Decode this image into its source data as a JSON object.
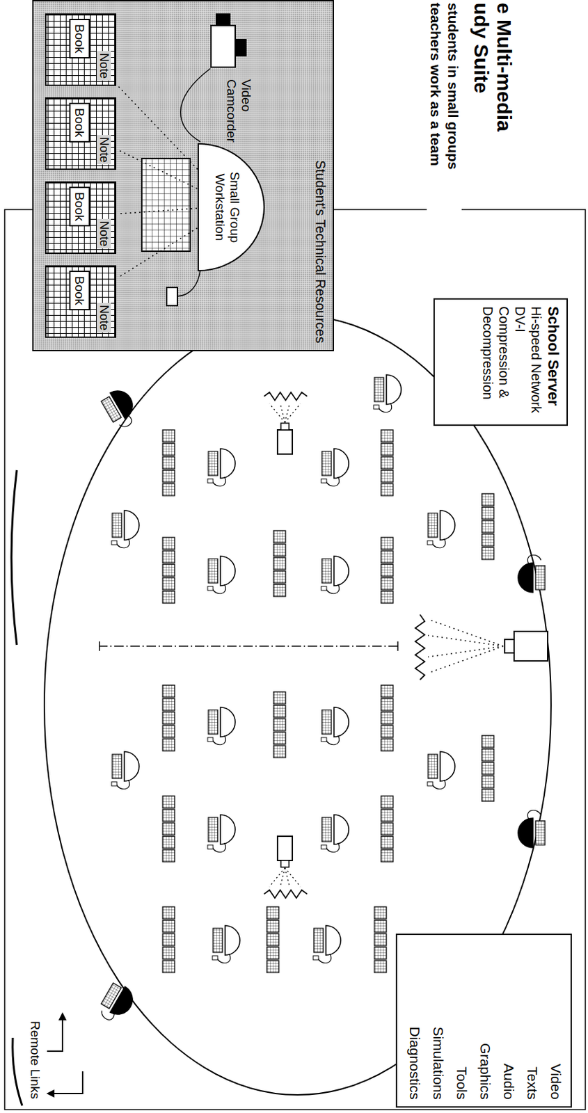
{
  "diagram": {
    "title": "e Multi-media udy Suite",
    "nodes": [
      {
        "text": [
          "Student's Technical Resources"
        ]
      },
      {
        "text": [
          "Small Group Workstation"
        ],
        "in": 0
      },
      {
        "text": [
          "Note",
          "Book"
        ],
        "in": 0
      },
      {
        "text": [
          "Note",
          "Book"
        ],
        "in": 0
      },
      {
        "text": [
          "Note",
          "Book"
        ],
        "in": 0
      },
      {
        "text": [
          "Note",
          "Book"
        ],
        "in": 0
      },
      {
        "text": [
          "School Server",
          "Hi-speed Network",
          "DV-I",
          "Compression & Decompression"
        ]
      },
      {
        "text": [
          "Video",
          "Texts",
          "Audio",
          "Graphics",
          "Tools",
          "Simulations",
          "Diagnostics"
        ]
      }
    ],
    "edges": [
      {
        "from": 1,
        "to": 2,
        "arrow": "none"
      },
      {
        "from": 1,
        "to": 3,
        "arrow": "none"
      },
      {
        "from": 1,
        "to": 4,
        "arrow": "none"
      },
      {
        "from": 1,
        "to": 5,
        "arrow": "none"
      }
    ],
    "labels": [
      "students in small groups teachers work as a team",
      "Video Camcorder",
      "Remote Links"
    ]
  }
}
